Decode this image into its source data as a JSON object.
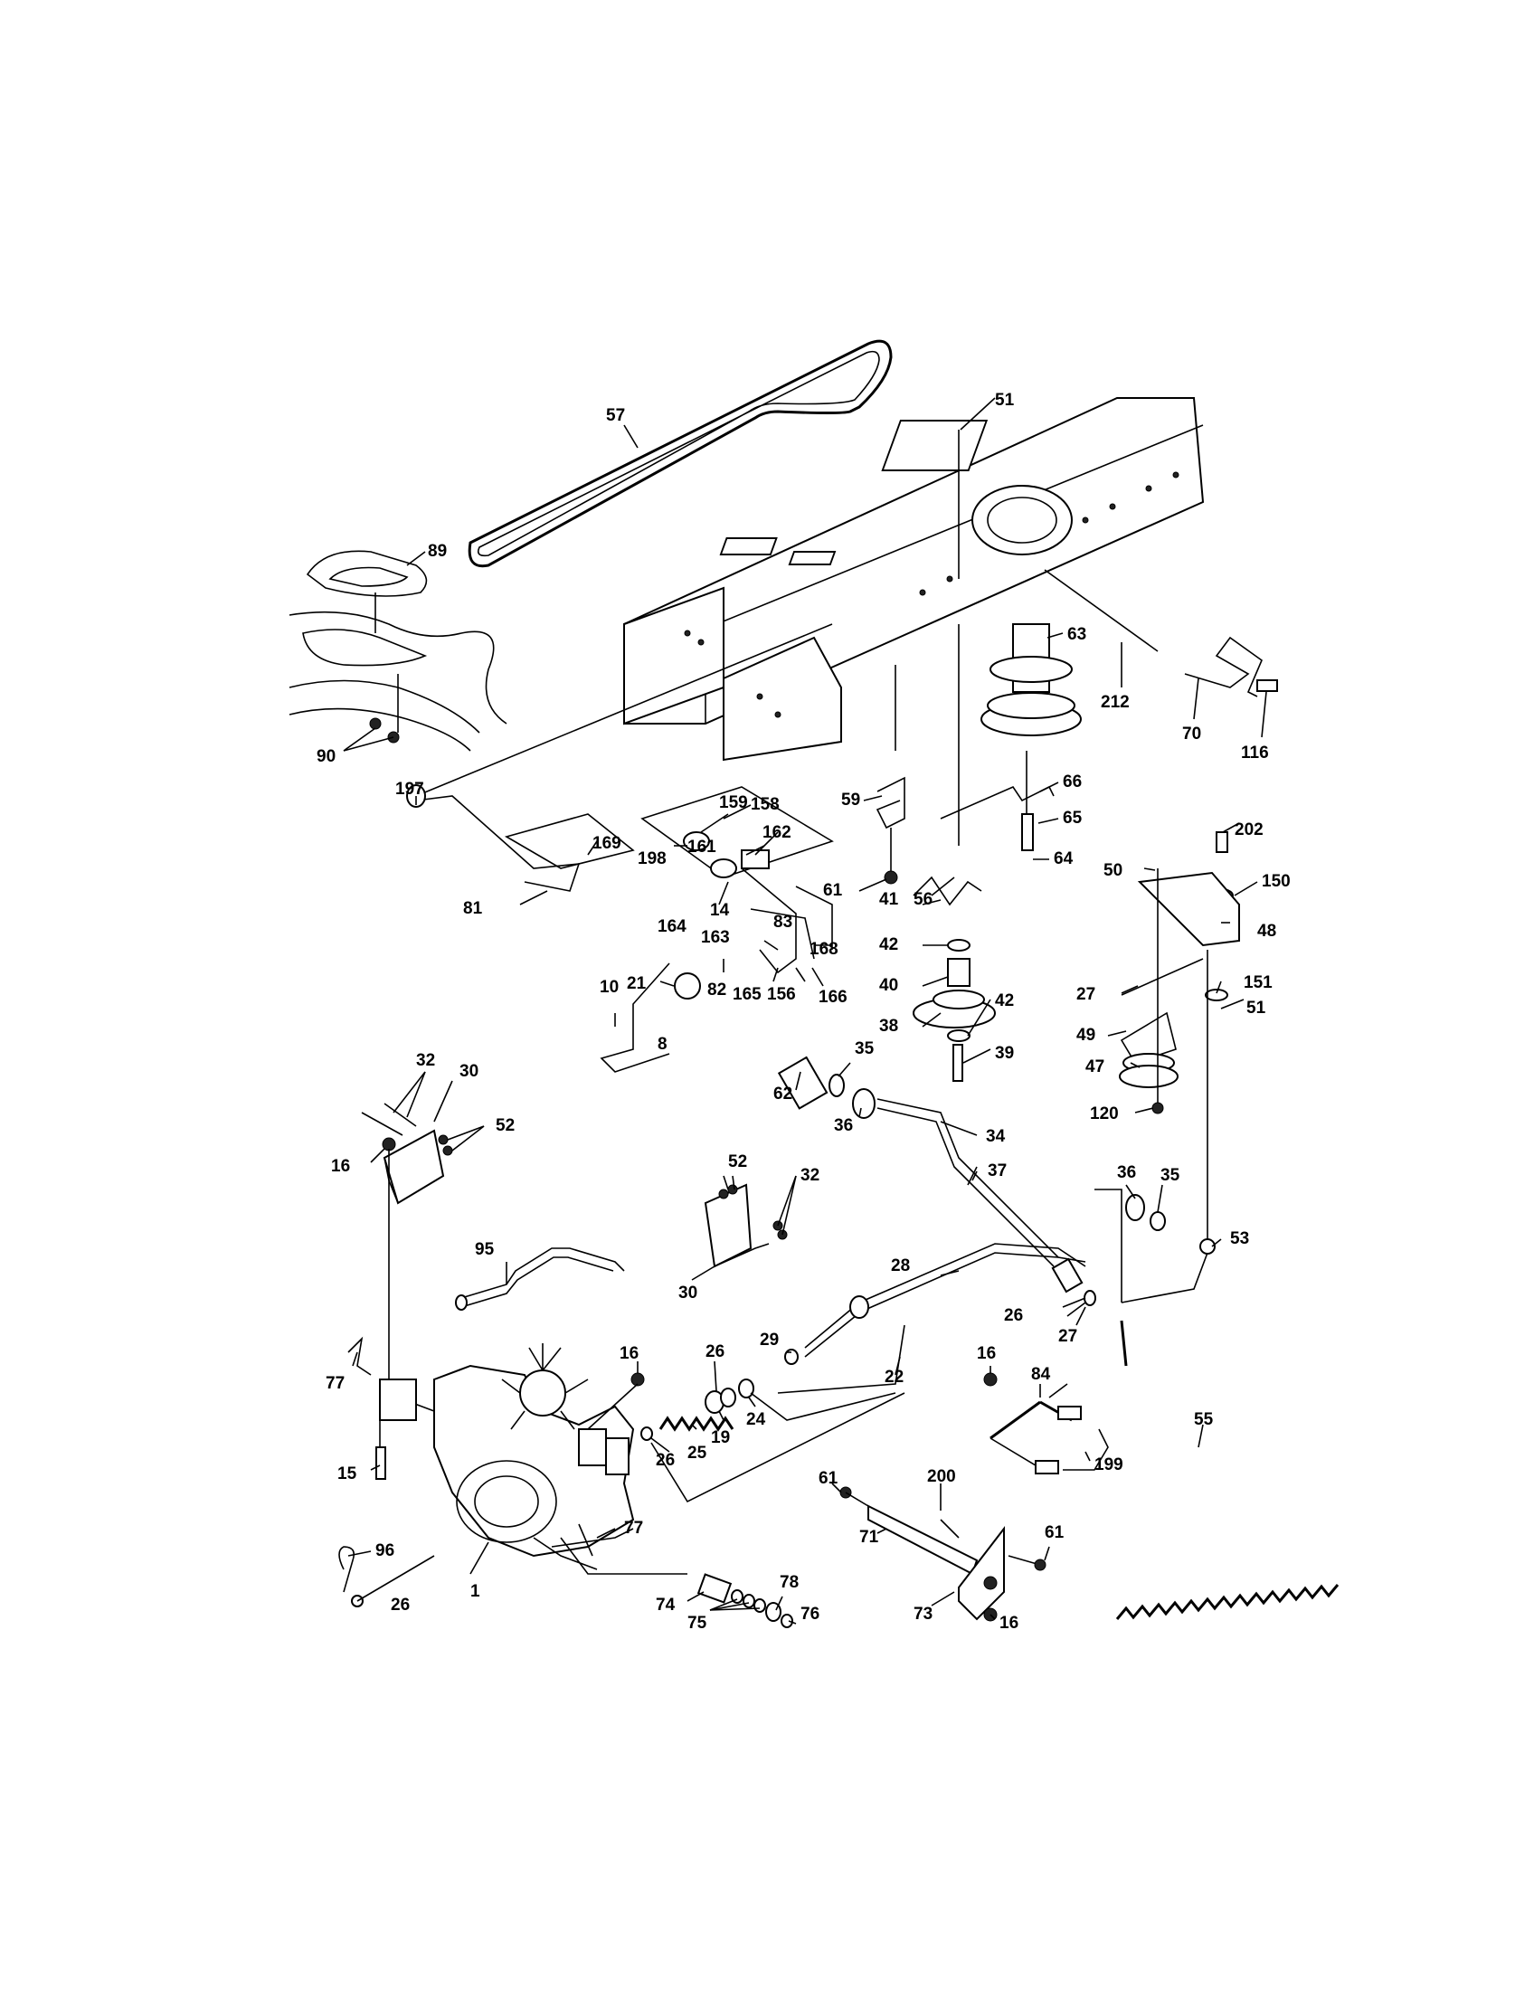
{
  "diagram": {
    "callouts": [
      "57",
      "51",
      "89",
      "90",
      "63",
      "212",
      "70",
      "116",
      "59",
      "66",
      "65",
      "64",
      "61",
      "56",
      "197",
      "169",
      "161",
      "159",
      "158",
      "198",
      "162",
      "14",
      "83",
      "164",
      "163",
      "168",
      "81",
      "21",
      "82",
      "165",
      "156",
      "166",
      "10",
      "8",
      "41",
      "42",
      "40",
      "38",
      "39",
      "202",
      "50",
      "150",
      "48",
      "27",
      "151",
      "49",
      "47",
      "120",
      "32",
      "30",
      "52",
      "16",
      "62",
      "35",
      "36",
      "34",
      "37",
      "95",
      "28",
      "53",
      "26",
      "29",
      "22",
      "24",
      "19",
      "25",
      "77",
      "15",
      "84",
      "199",
      "55",
      "96",
      "1",
      "200",
      "71",
      "74",
      "75",
      "78",
      "76",
      "73"
    ]
  }
}
